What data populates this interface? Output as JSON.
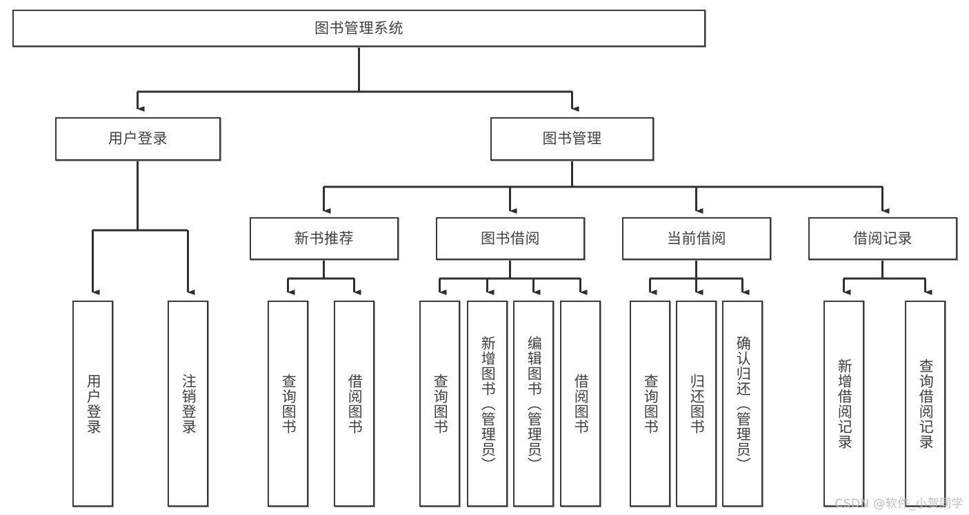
{
  "diagram": {
    "kind": "tree-hierarchy-chart",
    "title": "图书管理系统",
    "stroke_color": "#3a3a3a",
    "text_color": "#3f3f3f",
    "background_color": "#ffffff",
    "watermark": "CSDN @软件_小贺同学"
  },
  "nodes": {
    "root": {
      "label": "图书管理系统"
    },
    "level2": [
      {
        "id": "user-login",
        "label": "用户登录"
      },
      {
        "id": "book-manage",
        "label": "图书管理"
      }
    ],
    "level3": [
      {
        "id": "new-book-rec",
        "label": "新书推荐"
      },
      {
        "id": "book-borrow",
        "label": "图书借阅"
      },
      {
        "id": "current-borrow",
        "label": "当前借阅"
      },
      {
        "id": "borrow-record",
        "label": "借阅记录"
      }
    ],
    "leaves": {
      "user_login": [
        {
          "id": "leaf-user-login",
          "label": "用户登录"
        },
        {
          "id": "leaf-logout-login",
          "label": "注销登录"
        }
      ],
      "new_book_rec": [
        {
          "id": "leaf-query-book-1",
          "label": "查询图书"
        },
        {
          "id": "leaf-borrow-book-1",
          "label": "借阅图书"
        }
      ],
      "book_borrow": [
        {
          "id": "leaf-query-book-2",
          "label": "查询图书"
        },
        {
          "id": "leaf-add-book",
          "label": "新增图书（管理员）"
        },
        {
          "id": "leaf-edit-book",
          "label": "编辑图书（管理员）"
        },
        {
          "id": "leaf-borrow-book-2",
          "label": "借阅图书"
        }
      ],
      "current_borrow": [
        {
          "id": "leaf-query-book-3",
          "label": "查询图书"
        },
        {
          "id": "leaf-return-book",
          "label": "归还图书"
        },
        {
          "id": "leaf-confirm-return",
          "label": "确认归还（管理员）"
        }
      ],
      "borrow_record": [
        {
          "id": "leaf-add-record",
          "label": "新增借阅记录"
        },
        {
          "id": "leaf-query-record",
          "label": "查询借阅记录"
        }
      ]
    }
  }
}
